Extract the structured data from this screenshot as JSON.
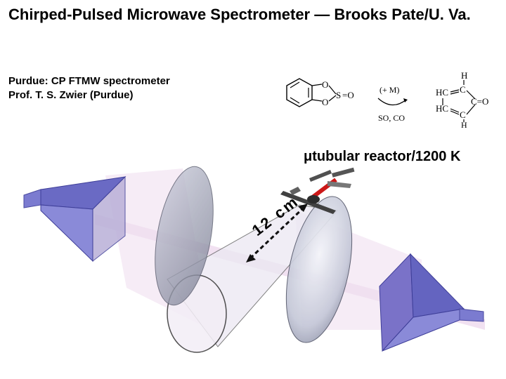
{
  "title": "Chirped-Pulsed Microwave Spectrometer — Brooks Pate/U. Va.",
  "subtitle": {
    "line1": "Purdue: CP FTMW spectrometer",
    "line2": "Prof. T. S. Zwier (Purdue)"
  },
  "chemistry": {
    "ring_O_top": "O",
    "ring_O_bottom": "O",
    "S_label": "S",
    "S_O": "=O",
    "reagent": "(+ M)",
    "byproducts": "SO, CO",
    "H_top": "H",
    "HC_upper": "HC",
    "HC_lower": "HC",
    "C_upper": "C",
    "C_lower": "C",
    "C_O": "C=O",
    "H_bottom": "H"
  },
  "reactor_label": "μtubular reactor/1200 K",
  "distance_label": "12 cm",
  "colors": {
    "horn": "#6f6fc8",
    "beam": "#e8c8e8",
    "reactor_red": "#d01818",
    "mirror": "#b8bccc"
  }
}
